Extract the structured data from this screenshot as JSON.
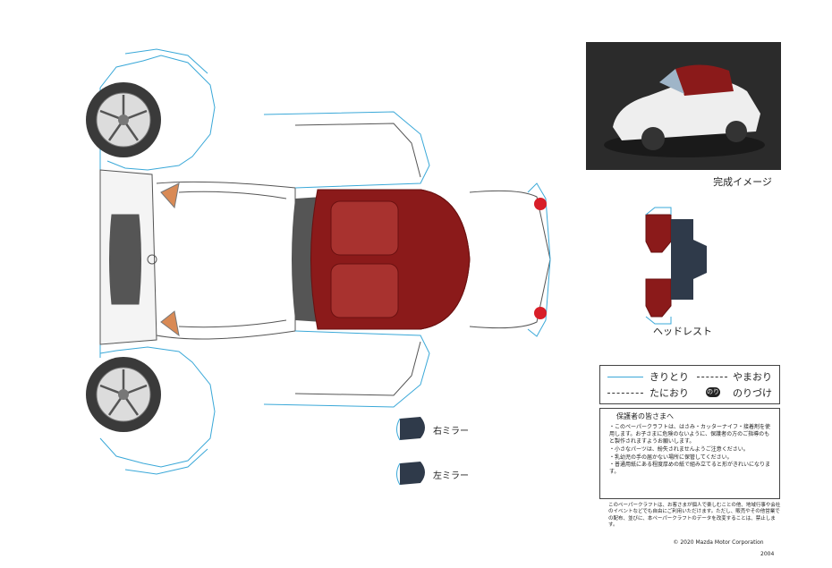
{
  "photo": {
    "caption": "完成イメージ"
  },
  "headrest": {
    "label": "ヘッドレスト"
  },
  "mirrors": {
    "right_label": "右ミラー",
    "left_label": "左ミラー"
  },
  "legend": {
    "cut": "きりとり",
    "valley": "たにおり",
    "mountain": "やまおり",
    "glue_badge": "のり",
    "glue": "のりづけ"
  },
  "notice": {
    "title": "保護者の皆さまへ",
    "items": [
      "・このペーパークラフトは、はさみ・カッターナイフ・接着剤を使用します。お子さまに危険のないように、保護者の方のご指導のもと製作されますようお願いします。",
      "・小さなパーツは、紛失されませんようご注意ください。",
      "・乳幼児の手の届かない場所に保管してください。",
      "・普通用紙にある程度厚めの紙で組み立てると形がきれいになります。"
    ]
  },
  "footer": {
    "note": "このペーパークラフトは、お客さまが個人で楽しむことの他、地域行事や会社のイベントなどでも自由にご利用いただけます。ただし、販売やその他営業での配布、並びに、本ペーパークラフトのデータを改変することは、禁止します。",
    "copyright": "© 2020 Mazda Motor Corporation",
    "code": "2004"
  },
  "colors": {
    "cut_line": "#3aa8d8",
    "roof": "#8b1a1a",
    "roof_light": "#a8322f",
    "tire": "#333333",
    "grille": "#555555",
    "outline": "#555555",
    "tail_light": "#d81e28",
    "photo_bg": "#2b2b2b"
  }
}
